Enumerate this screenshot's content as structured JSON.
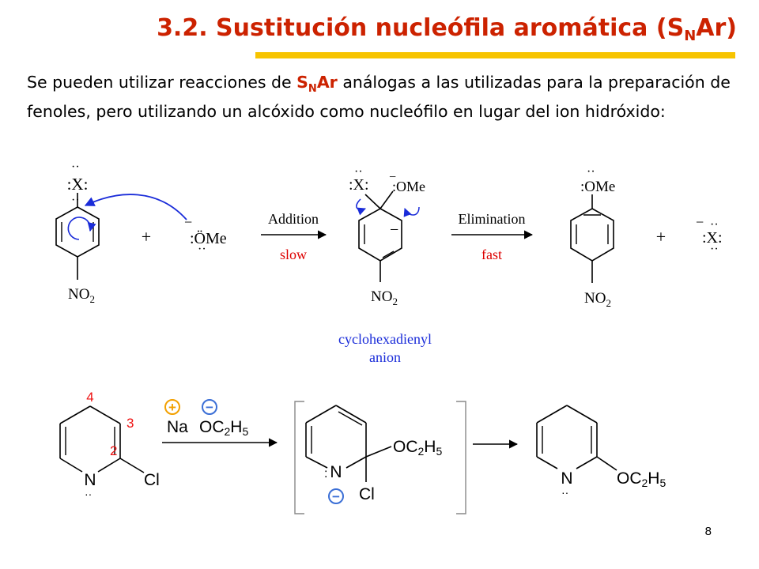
{
  "title": {
    "text": "3.2. Sustitución nucleófila aromática (S",
    "sub": "N",
    "tail": "Ar)"
  },
  "intro": {
    "before": "Se pueden utilizar reacciones de ",
    "hl_main": "S",
    "hl_sub": "N",
    "hl_tail": "Ar",
    "after": " análogas a las utilizadas para la preparación de fenoles, pero utilizando un alcóxido como nucleófilo en lugar del ion hidróxido:"
  },
  "scheme1": {
    "leaving_group": ":X:",
    "nitro": "NO",
    "nitro_sub": "2",
    "nucleophile": ":ÖMe",
    "methoxy": ":OMe",
    "plus": "+",
    "minus": "−",
    "step1_label": "Addition",
    "step1_rate": "slow",
    "step2_label": "Elimination",
    "step2_rate": "fast",
    "intermediate_line1": "cyclohexadienyl",
    "intermediate_line2": "anion",
    "colors": {
      "arrow_blue": "#1a2cd9",
      "rate_red": "#dd0000"
    }
  },
  "scheme2": {
    "chloro": "Cl",
    "nitrogen": "N",
    "positions": [
      "4",
      "3",
      "2"
    ],
    "cation": "Na",
    "alkoxide": "OC",
    "ethyl_c_sub": "2",
    "ethyl_h": "H",
    "ethyl_h_sub": "5",
    "charge_plus": "+",
    "charge_minus": "−",
    "colors": {
      "position_red": "#ee1111",
      "plus_orange": "#f2a000",
      "minus_blue": "#3b6fd6"
    }
  },
  "page_number": "8"
}
